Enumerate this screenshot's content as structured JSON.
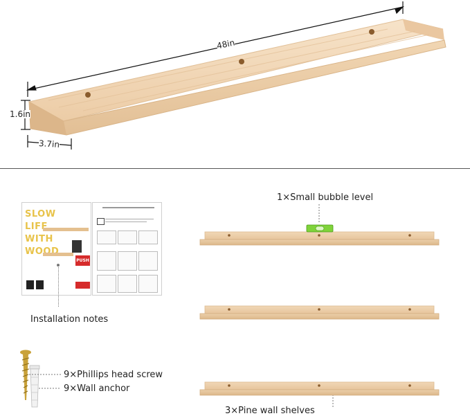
{
  "dimensions": {
    "length": "48in",
    "height": "1.6in",
    "depth": "3.7in"
  },
  "callouts": {
    "bubble_level": "1×Small bubble level",
    "installation_notes": "Installation notes",
    "screw": "9×Phillips head screw",
    "anchor": "9×Wall anchor",
    "shelves": "3×Pine wall shelves"
  },
  "leaflet": {
    "slogan": [
      "SLOW",
      "LIFE",
      "WITH",
      "WOOD"
    ],
    "badge": "PUSH"
  },
  "colors": {
    "wood_light": "#f4dcc0",
    "wood_mid": "#ebcba4",
    "wood_dark": "#d9b488",
    "bubble_level": "#7fd33a",
    "slogan_yellow": "#e8c34a",
    "badge_red": "#d62b2b"
  },
  "icons": [
    "phillips-screw-icon",
    "wall-anchor-icon"
  ]
}
